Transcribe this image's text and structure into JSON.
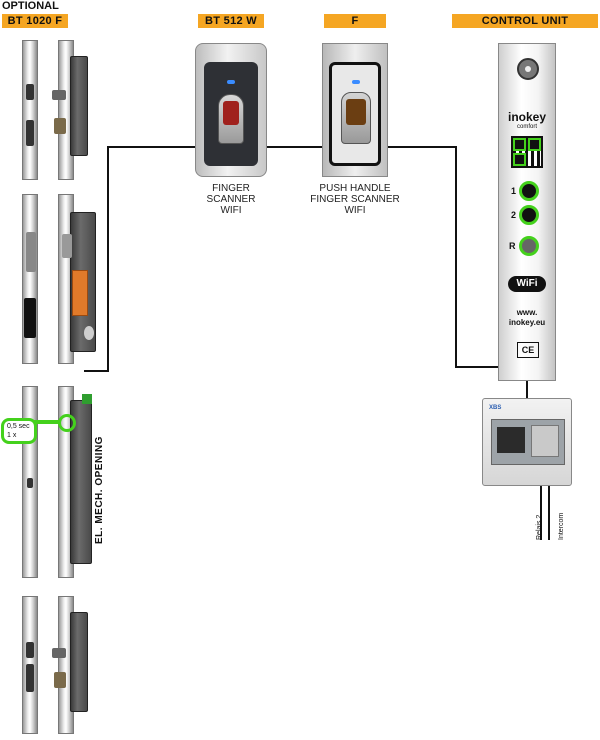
{
  "labels": {
    "optional": "OPTIONAL",
    "bt1020f": "BT 1020 F",
    "bt512w": "BT 512 W",
    "f": "F",
    "control_unit": "CONTROL UNIT"
  },
  "captions": {
    "scanner": [
      "FINGER",
      "SCANNER",
      "WIFI"
    ],
    "push_handle": [
      "PUSH HANDLE",
      "FINGER SCANNER",
      "WIFI"
    ],
    "el_mech": "EL. MECH. OPENING",
    "pulse_time": "0,5 sec",
    "pulse_count": "1 x"
  },
  "control_unit": {
    "brand": "inokey",
    "brand_sub": "comfort",
    "button_1": "1",
    "button_2": "2",
    "button_r": "R",
    "wifi": "WiFi",
    "url_line1": "www.",
    "url_line2": "inokey.eu",
    "ce": "CE"
  },
  "relay_box": {
    "brand": "XBS",
    "outputs": [
      "Relais 2",
      "Intercom"
    ]
  },
  "colors": {
    "tag_orange": "#f5a623",
    "led_green": "#44d11c",
    "wire": "#111111"
  }
}
